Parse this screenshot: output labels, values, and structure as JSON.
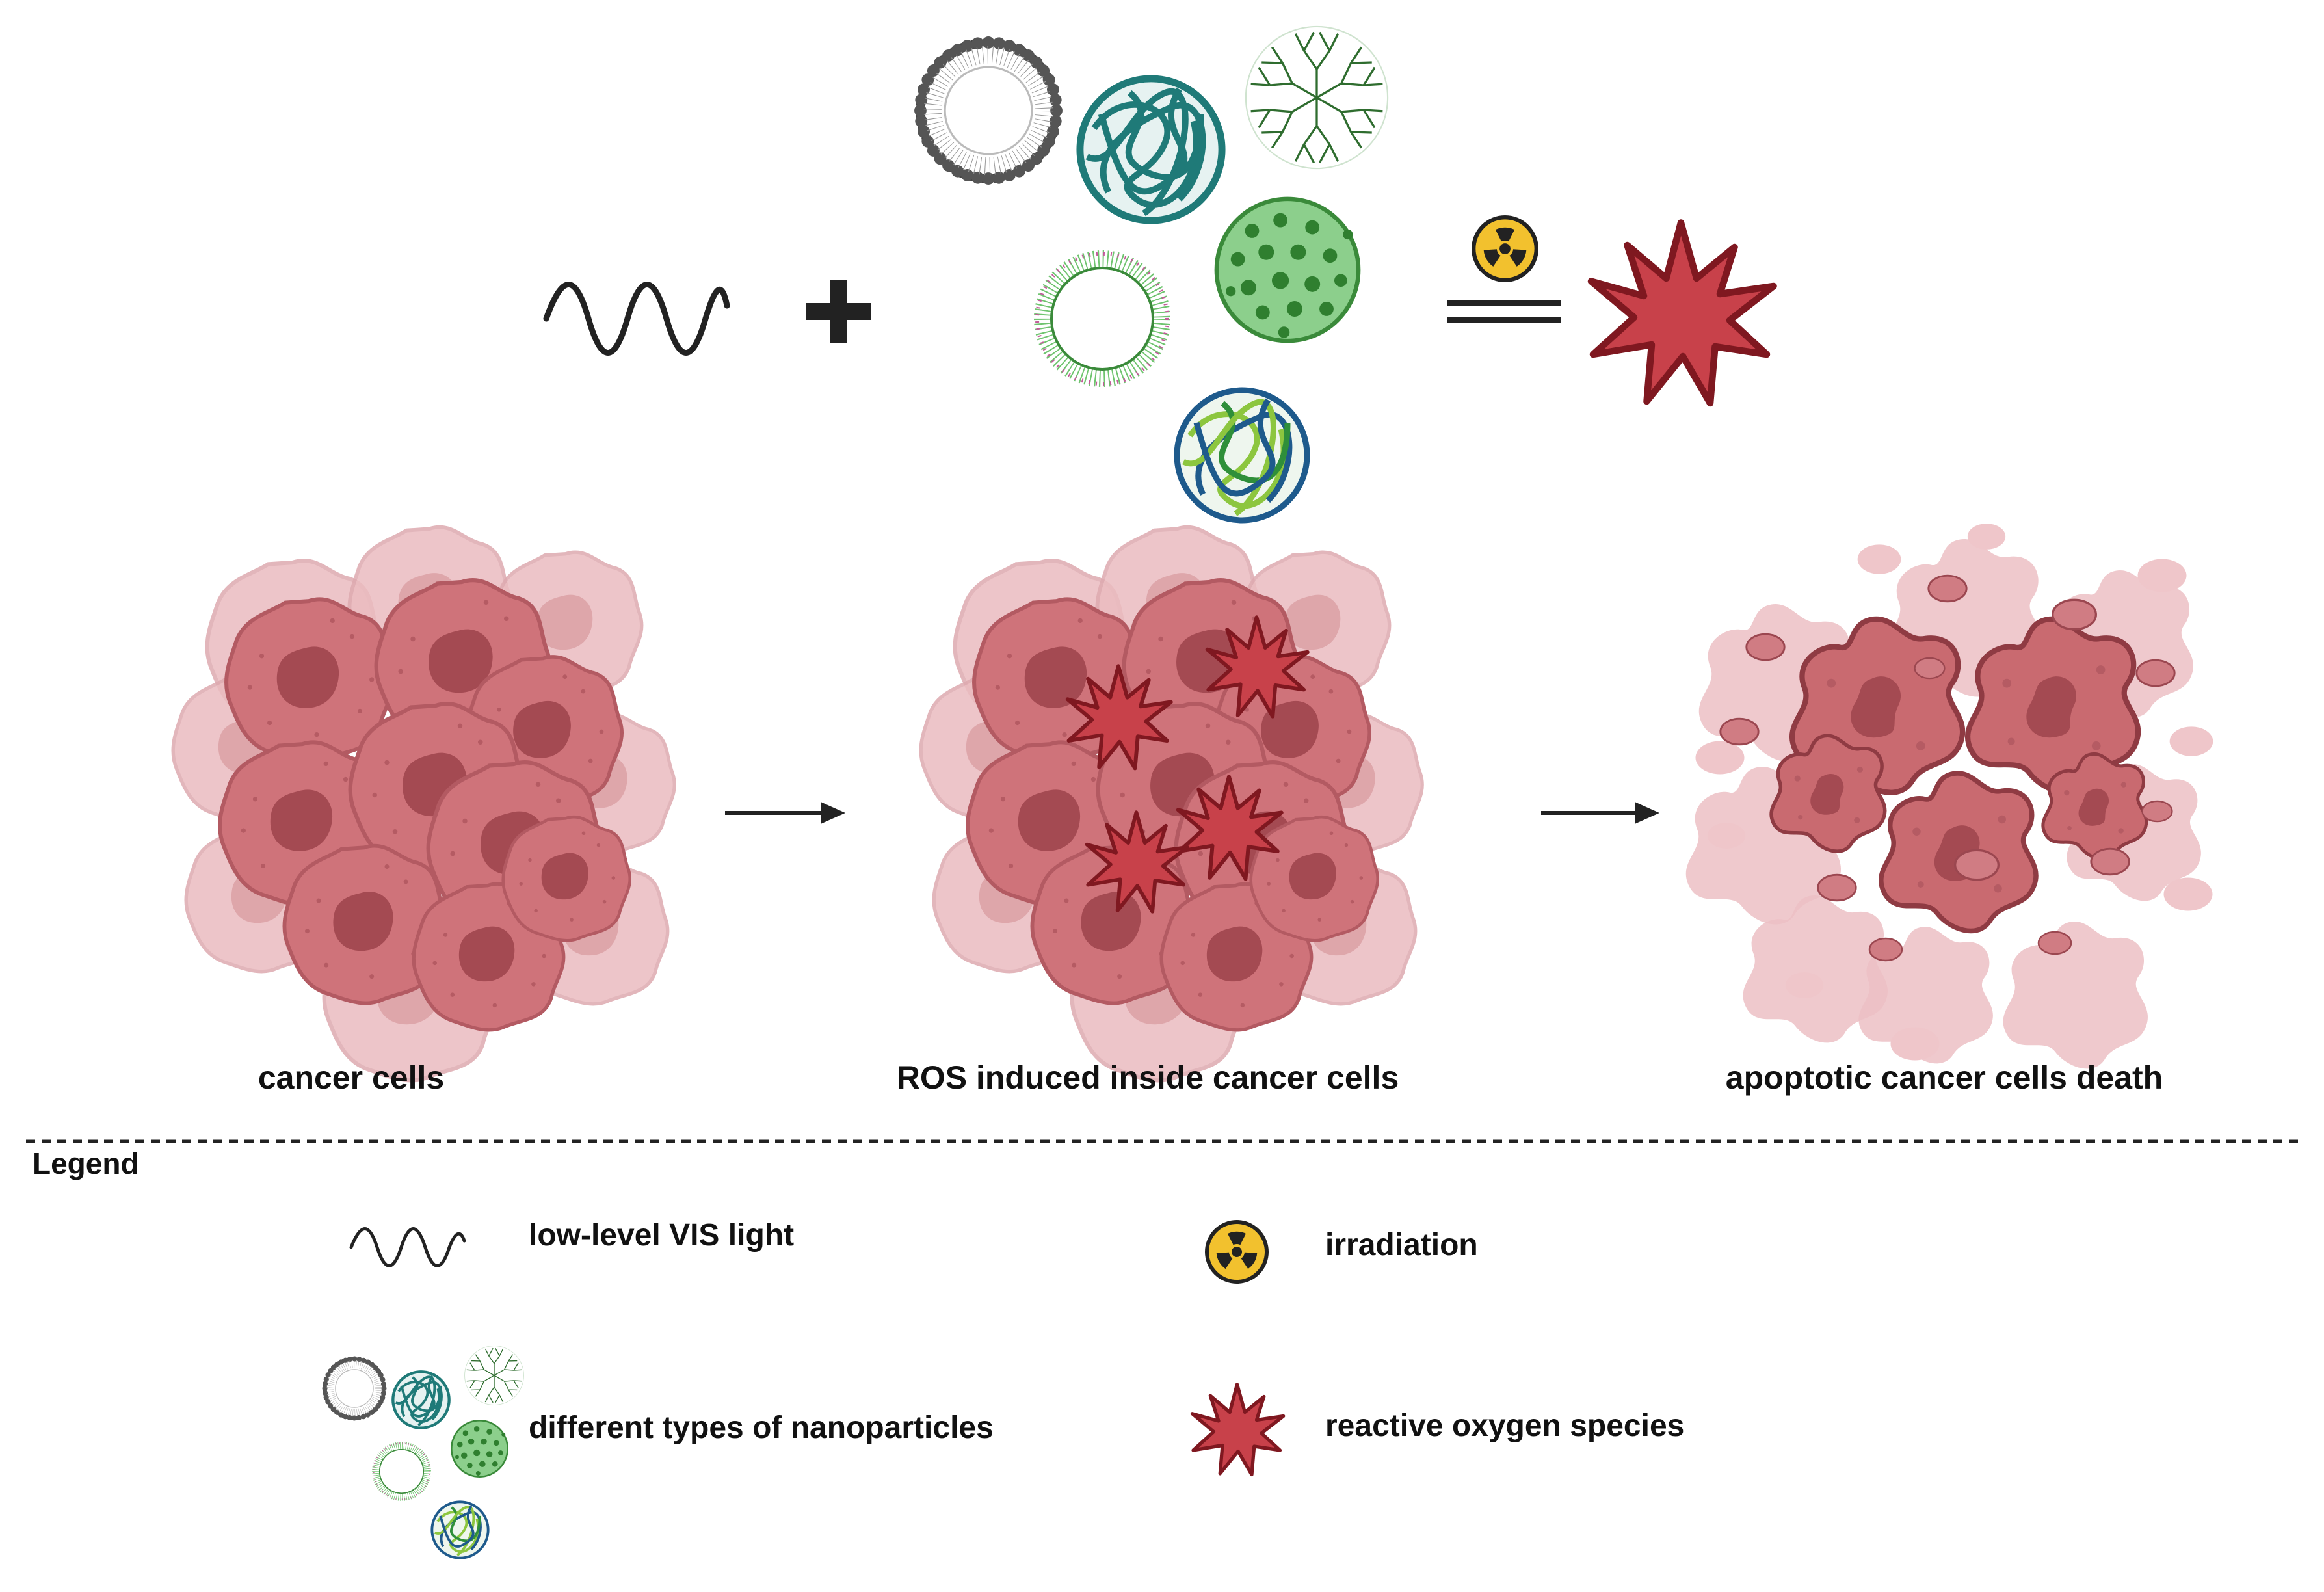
{
  "stages": [
    {
      "label": "cancer cells"
    },
    {
      "label": "ROS induced inside cancer cells"
    },
    {
      "label": "apoptotic cancer cells death"
    }
  ],
  "legend": {
    "title": "Legend",
    "items": [
      {
        "label": "low-level VIS light",
        "icon": "wave-icon"
      },
      {
        "label": "irradiation",
        "icon": "radiation-icon"
      },
      {
        "label": "different types of nanoparticles",
        "icon": "nanoparticles-icon"
      },
      {
        "label": "reactive oxygen species",
        "icon": "ros-star-icon"
      }
    ]
  },
  "colors": {
    "cell_fill": "#c96a70",
    "cell_light": "#e8b7bb",
    "nucleus": "#a54a52",
    "ros_red": "#c8414a",
    "ros_stroke": "#8a1c24",
    "teal": "#1f7a78",
    "green": "#3a9a3a",
    "radiation_yellow": "#f2c12e"
  }
}
